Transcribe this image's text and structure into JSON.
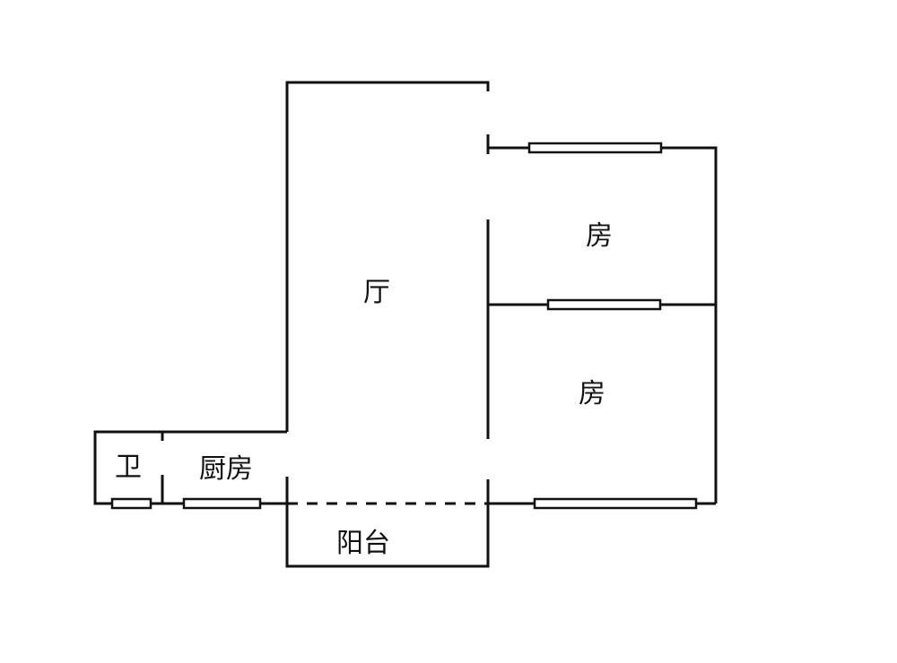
{
  "rooms": {
    "living_room": "厅",
    "bedroom_1": "房",
    "bedroom_2": "房",
    "bathroom": "卫",
    "kitchen": "厨房",
    "balcony": "阳台"
  }
}
